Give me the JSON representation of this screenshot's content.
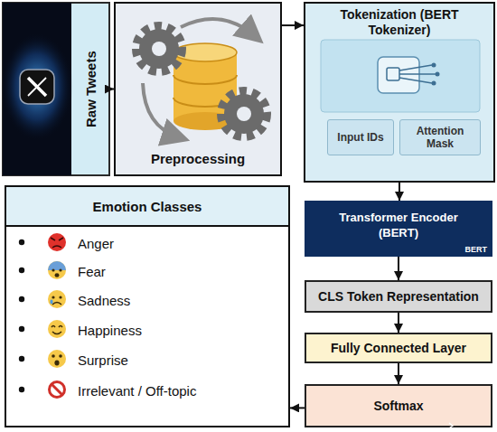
{
  "diagram": {
    "nodes": [
      {
        "text": [
          "Raw Tweets"
        ]
      },
      {
        "text": [
          "Preprocessing"
        ]
      },
      {
        "text": [
          "Tokenization (BERT Tokenizer)"
        ]
      },
      {
        "text": [
          "Input IDs"
        ],
        "in": 2
      },
      {
        "text": [
          "Attention Mask"
        ],
        "in": 2
      },
      {
        "text": [
          "Transformer Encoder (BERT)",
          "BERT"
        ]
      },
      {
        "text": [
          "CLS Token Representation"
        ]
      },
      {
        "text": [
          "Fully Connected Layer"
        ]
      },
      {
        "text": [
          "Softmax"
        ]
      },
      {
        "text": [
          "Emotion Classes",
          "Anger",
          "Fear",
          "Sadness",
          "Happiness",
          "Surprise",
          "Irrelevant / Off-topic"
        ]
      }
    ],
    "edges": [
      {
        "from": 0,
        "to": 1,
        "arrow": "to"
      },
      {
        "from": 1,
        "to": 2,
        "arrow": "to"
      },
      {
        "from": 2,
        "to": 5,
        "arrow": "to"
      },
      {
        "from": 5,
        "to": 6,
        "arrow": "to"
      },
      {
        "from": 6,
        "to": 7,
        "arrow": "to"
      },
      {
        "from": 7,
        "to": 8,
        "arrow": "to"
      },
      {
        "from": 8,
        "to": 9,
        "arrow": "to"
      }
    ]
  }
}
